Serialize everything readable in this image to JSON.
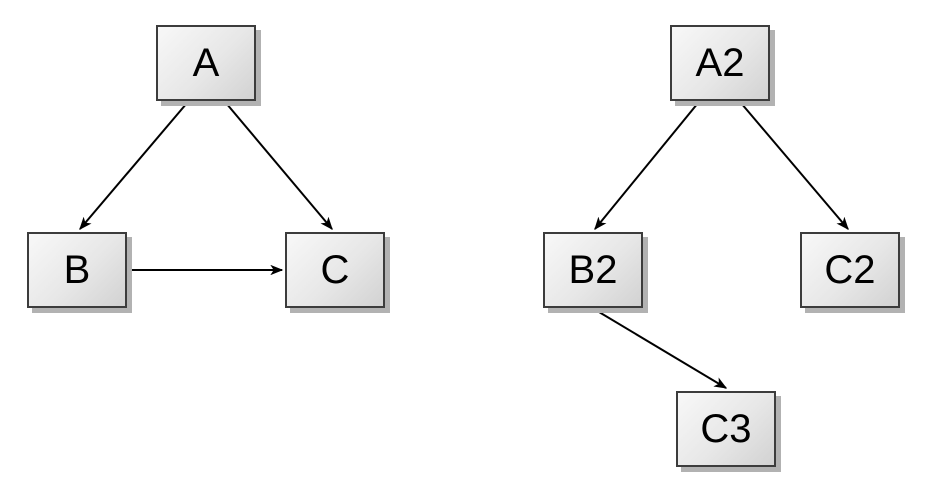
{
  "diagram": {
    "description": "Two directed graphs drawn side by side on a white canvas",
    "graphs": [
      {
        "name": "left",
        "nodes": [
          {
            "id": "A",
            "label": "A"
          },
          {
            "id": "B",
            "label": "B"
          },
          {
            "id": "C",
            "label": "C"
          }
        ],
        "edges": [
          {
            "from": "A",
            "to": "B"
          },
          {
            "from": "A",
            "to": "C"
          },
          {
            "from": "B",
            "to": "C"
          }
        ]
      },
      {
        "name": "right",
        "nodes": [
          {
            "id": "A2",
            "label": "A2"
          },
          {
            "id": "B2",
            "label": "B2"
          },
          {
            "id": "C2",
            "label": "C2"
          },
          {
            "id": "C3",
            "label": "C3"
          }
        ],
        "edges": [
          {
            "from": "A2",
            "to": "B2"
          },
          {
            "from": "A2",
            "to": "C2"
          },
          {
            "from": "B2",
            "to": "C3"
          }
        ]
      }
    ],
    "colors": {
      "background": "#ffffff",
      "node_fill_light": "#f8f8f8",
      "node_fill_dark": "#d2d2d2",
      "node_border": "#3c3c3c",
      "node_shadow": "#b2b2b2",
      "edge": "#000000",
      "text": "#000000"
    }
  }
}
